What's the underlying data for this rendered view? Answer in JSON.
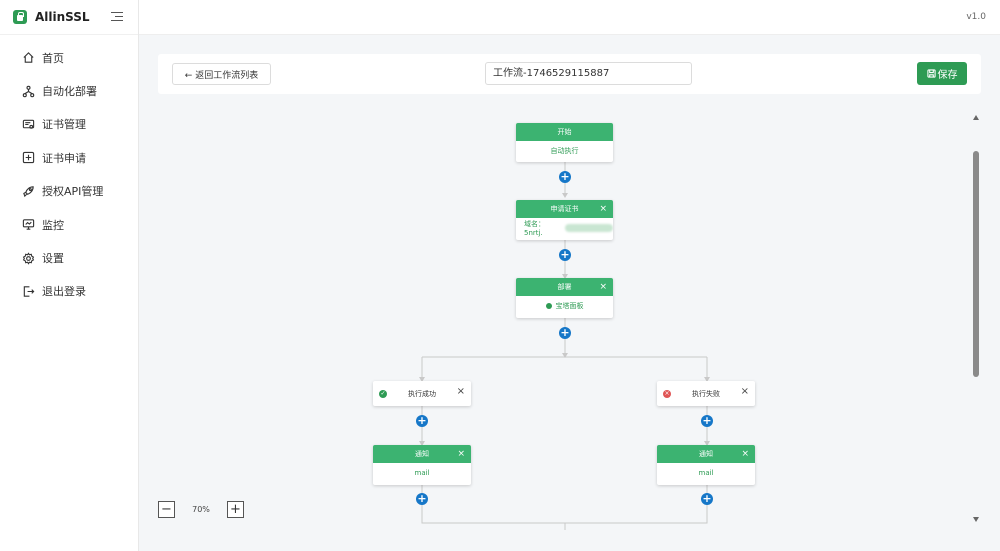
{
  "app": {
    "name": "AllinSSL",
    "version": "v1.0"
  },
  "menu": [
    {
      "label": "首页",
      "icon": "home-icon"
    },
    {
      "label": "自动化部署",
      "icon": "workflow-icon"
    },
    {
      "label": "证书管理",
      "icon": "certificate-icon"
    },
    {
      "label": "证书申请",
      "icon": "add-square-icon"
    },
    {
      "label": "授权API管理",
      "icon": "rocket-icon"
    },
    {
      "label": "监控",
      "icon": "monitor-icon"
    },
    {
      "label": "设置",
      "icon": "gear-icon"
    },
    {
      "label": "退出登录",
      "icon": "logout-icon"
    }
  ],
  "header": {
    "back_label": "← 返回工作流列表",
    "workflow_name": "工作流-1746529115887",
    "save_label": "保存"
  },
  "nodes": {
    "start": {
      "title": "开始",
      "body": "自动执行"
    },
    "apply": {
      "title": "申请证书",
      "body": "域名：5nrtj."
    },
    "deploy": {
      "title": "部署",
      "body": "宝塔面板"
    },
    "success": {
      "label": "执行成功"
    },
    "fail": {
      "label": "执行失败"
    },
    "notify_left": {
      "title": "通知",
      "body": "mail"
    },
    "notify_right": {
      "title": "通知",
      "body": "mail"
    }
  },
  "zoom": {
    "value": "70%",
    "minus": "−",
    "plus": "+"
  },
  "colors": {
    "brand": "#2e9b54",
    "node_header": "#3cb371",
    "plus": "#1677c8",
    "error": "#e05555"
  }
}
